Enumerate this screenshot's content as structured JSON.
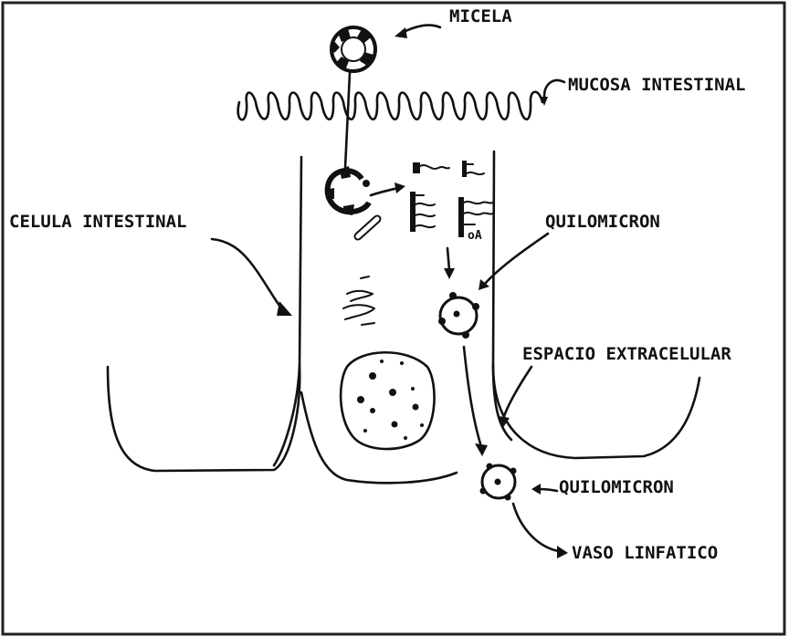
{
  "labels": {
    "micela": "MICELA",
    "mucosa_intestinal": "MUCOSA INTESTINAL",
    "celula_intestinal": "CELULA INTESTINAL",
    "quilomicron_top": "QUILOMICRON",
    "espacio_extracelular": "ESPACIO EXTRACELULAR",
    "quilomicron_bottom": "QUILOMICRON",
    "vaso_linfatico": "VASO LINFATICO",
    "oa_mark": "oA"
  }
}
